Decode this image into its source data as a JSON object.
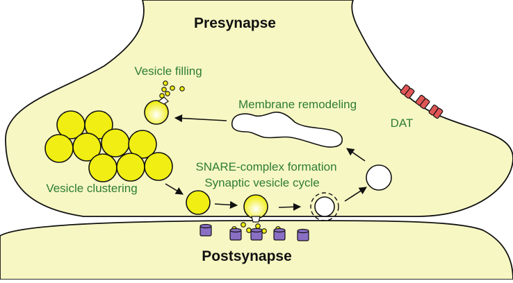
{
  "regions": {
    "presynapse": "Presynapse",
    "postsynapse": "Postsynapse"
  },
  "labels": {
    "vesicle_filling": "Vesicle filling",
    "membrane_remodeling": "Membrane remodeling",
    "dat": "DAT",
    "snare_complex_formation": "SNARE-complex formation",
    "synaptic_vesicle_cycle": "Synaptic vesicle cycle",
    "vesicle_clustering": "Vesicle clustering"
  },
  "colors": {
    "cytoplasm": "#f7f7c4",
    "vesicle": "#f0ee12",
    "label_green": "#2e7d32",
    "transporter": "#e05656",
    "receptor": "#8a6fc4",
    "outline": "#111111"
  }
}
